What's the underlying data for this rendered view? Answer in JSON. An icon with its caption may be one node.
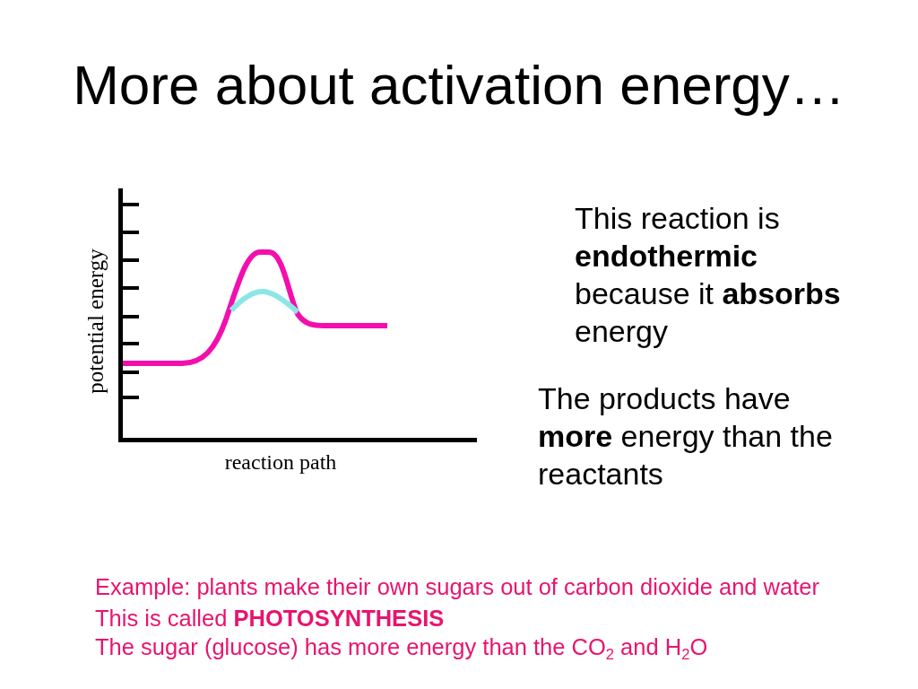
{
  "diagram": {
    "title": "More about activation energy…",
    "labels": [
      "potential energy",
      "reaction path",
      "This reaction is **endothermic** because it **absorbs** energy",
      "The products have **more** energy than the reactants",
      "Example: plants make their own sugars out of carbon dioxide and water",
      "This is called **PHOTOSYNTHESIS**",
      "The sugar (glucose) has more energy than the CO$_{2}$ and H$_{2}$O"
    ]
  }
}
